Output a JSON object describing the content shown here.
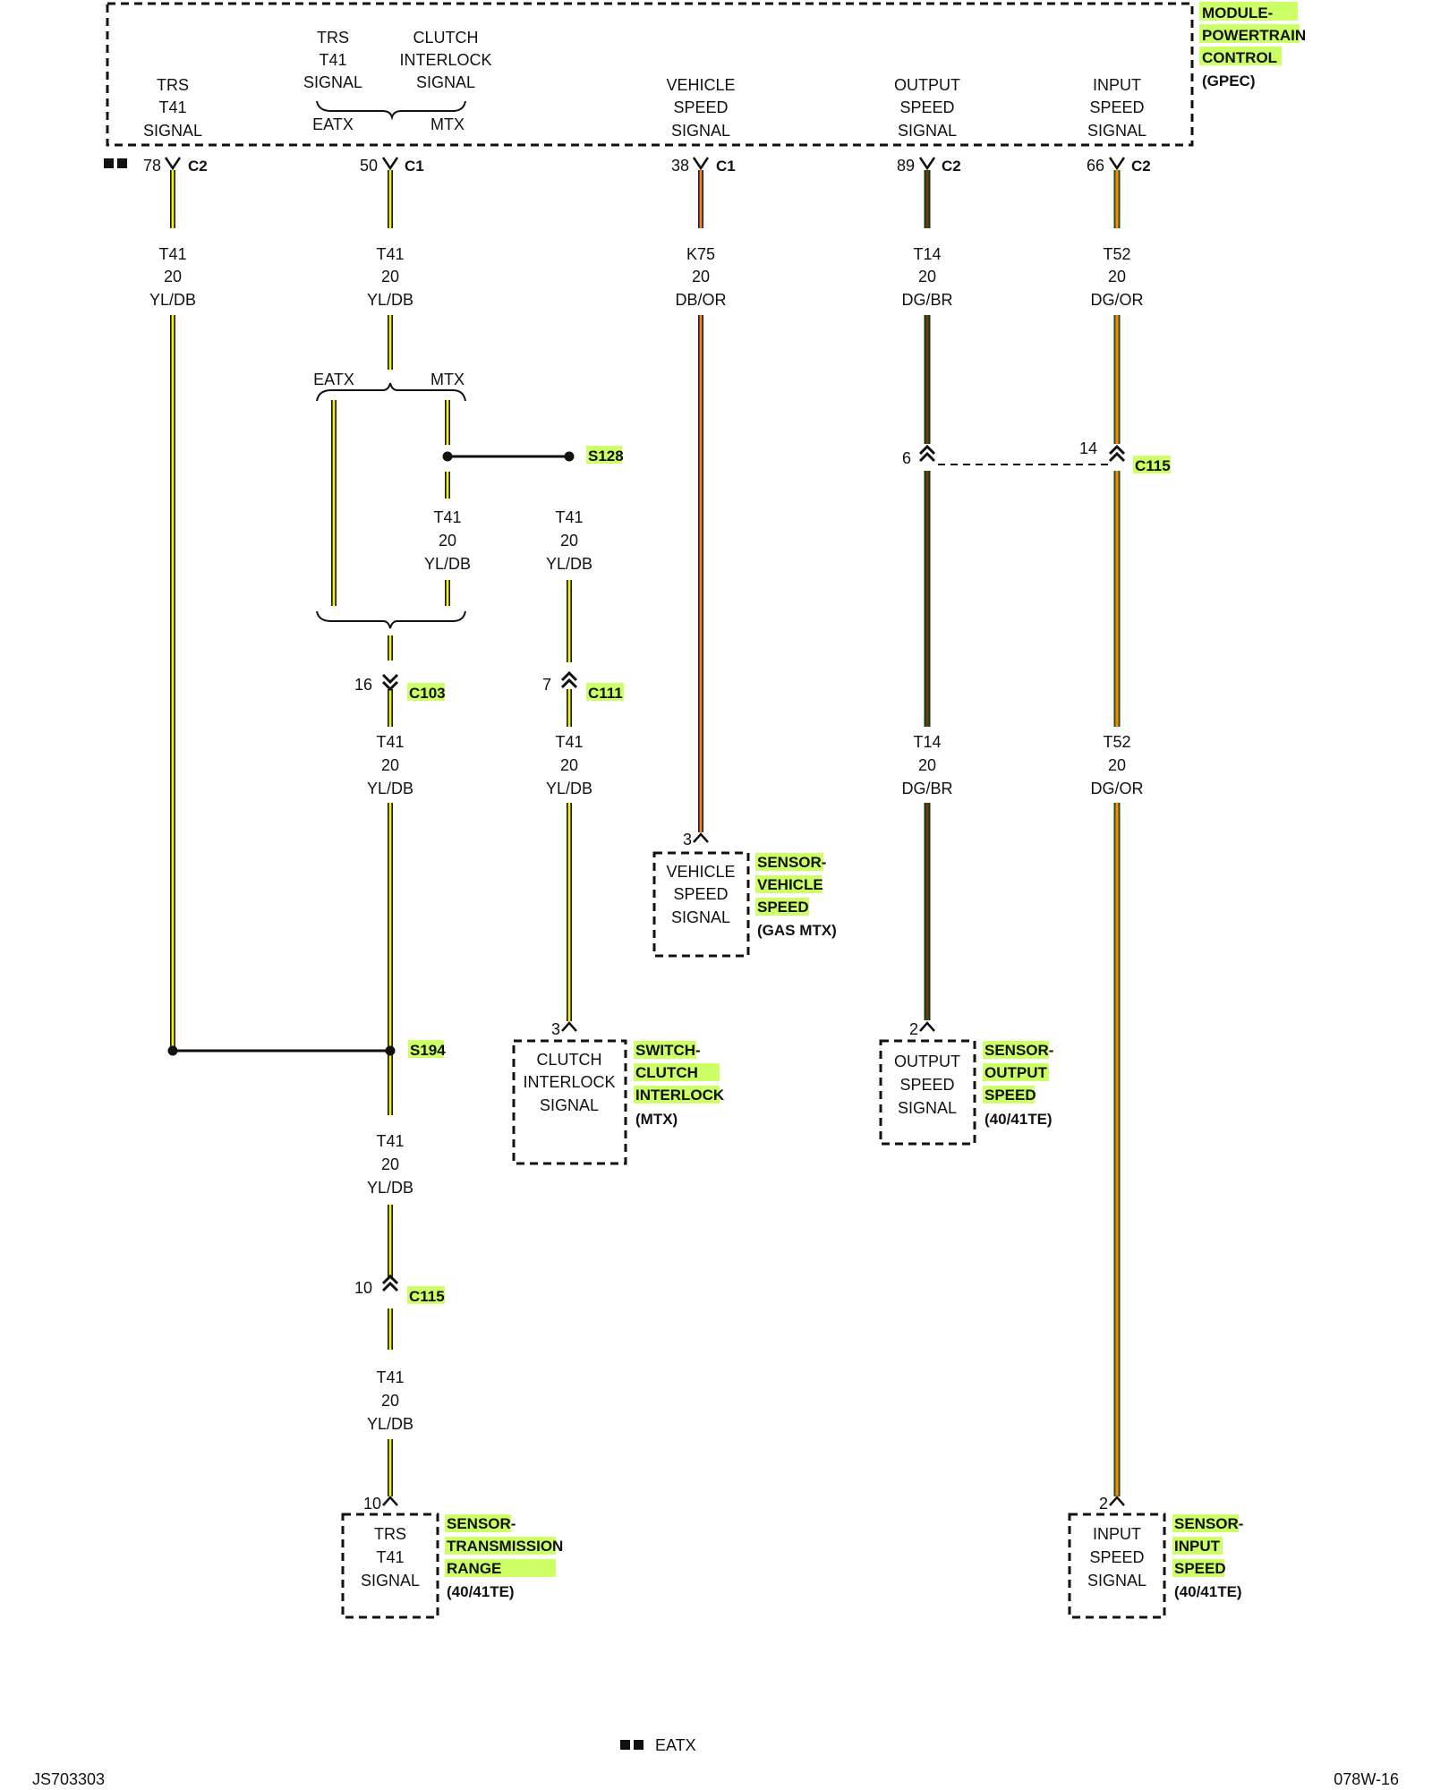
{
  "colors": {
    "YL/DB": [
      "#1a1a1a",
      "#f2f20a"
    ],
    "DB/OR": [
      "#1f1f55",
      "#ff7f00"
    ],
    "DG/BR": [
      "#0b3d0b",
      "#6b3a1a"
    ],
    "DG/OR": [
      "#1f4a1a",
      "#ff8c00"
    ],
    "highlight": "#cdff66"
  },
  "module": {
    "name": [
      "MODULE-",
      "POWERTRAIN",
      "CONTROL"
    ],
    "sub": "(GPEC)",
    "signals": {
      "trs": [
        "TRS",
        "T41",
        "SIGNAL"
      ],
      "trs_top": [
        "TRS",
        "T41",
        "SIGNAL"
      ],
      "clutch_top": [
        "CLUTCH",
        "INTERLOCK",
        "SIGNAL"
      ],
      "eatx": "EATX",
      "mtx": "MTX",
      "vss": [
        "VEHICLE",
        "SPEED",
        "SIGNAL"
      ],
      "oss": [
        "OUTPUT",
        "SPEED",
        "SIGNAL"
      ],
      "iss": [
        "INPUT",
        "SPEED",
        "SIGNAL"
      ]
    }
  },
  "pins": {
    "p78": {
      "num": "78",
      "conn": "C2"
    },
    "p50": {
      "num": "50",
      "conn": "C1"
    },
    "p38": {
      "num": "38",
      "conn": "C1"
    },
    "p89": {
      "num": "89",
      "conn": "C2"
    },
    "p66": {
      "num": "66",
      "conn": "C2"
    }
  },
  "wires": {
    "w1": [
      "T41",
      "20",
      "YL/DB"
    ],
    "w2": [
      "T41",
      "20",
      "YL/DB"
    ],
    "w3": [
      "K75",
      "20",
      "DB/OR"
    ],
    "w4": [
      "T14",
      "20",
      "DG/BR"
    ],
    "w5": [
      "T52",
      "20",
      "DG/OR"
    ],
    "w6": [
      "T41",
      "20",
      "YL/DB"
    ],
    "w7": [
      "T41",
      "20",
      "YL/DB"
    ],
    "w8": [
      "T41",
      "20",
      "YL/DB"
    ],
    "w9": [
      "T41",
      "20",
      "YL/DB"
    ],
    "w10": [
      "T14",
      "20",
      "DG/BR"
    ],
    "w11": [
      "T52",
      "20",
      "DG/OR"
    ],
    "w12": [
      "T41",
      "20",
      "YL/DB"
    ],
    "w13": [
      "T41",
      "20",
      "YL/DB"
    ]
  },
  "branch": {
    "eatx": "EATX",
    "mtx": "MTX"
  },
  "splices": {
    "s128": "S128",
    "s194": "S194"
  },
  "connectors": {
    "c115a": {
      "left": "6",
      "right": "14",
      "name": "C115"
    },
    "c103": {
      "num": "16",
      "name": "C103"
    },
    "c111": {
      "num": "7",
      "name": "C111"
    },
    "c115b": {
      "num": "10",
      "name": "C115"
    }
  },
  "components": {
    "vss": {
      "pin": "3",
      "body": [
        "VEHICLE",
        "SPEED",
        "SIGNAL"
      ],
      "name": [
        "SENSOR-",
        "VEHICLE",
        "SPEED"
      ],
      "sub": "(GAS MTX)"
    },
    "clutch": {
      "pin": "3",
      "body": [
        "CLUTCH",
        "INTERLOCK",
        "SIGNAL"
      ],
      "name": [
        "SWITCH-",
        "CLUTCH",
        "INTERLOCK"
      ],
      "sub": "(MTX)"
    },
    "oss": {
      "pin": "2",
      "body": [
        "OUTPUT",
        "SPEED",
        "SIGNAL"
      ],
      "name": [
        "SENSOR-",
        "OUTPUT",
        "SPEED"
      ],
      "sub": "(40/41TE)"
    },
    "trs": {
      "pin": "10",
      "body": [
        "TRS",
        "T41",
        "SIGNAL"
      ],
      "name": [
        "SENSOR-",
        "TRANSMISSION",
        "RANGE"
      ],
      "sub": "(40/41TE)"
    },
    "iss": {
      "pin": "2",
      "body": [
        "INPUT",
        "SPEED",
        "SIGNAL"
      ],
      "name": [
        "SENSOR-",
        "INPUT",
        "SPEED"
      ],
      "sub": "(40/41TE)"
    }
  },
  "legend": {
    "label": "EATX"
  },
  "footer": {
    "left": "JS703303",
    "right": "078W-16"
  }
}
